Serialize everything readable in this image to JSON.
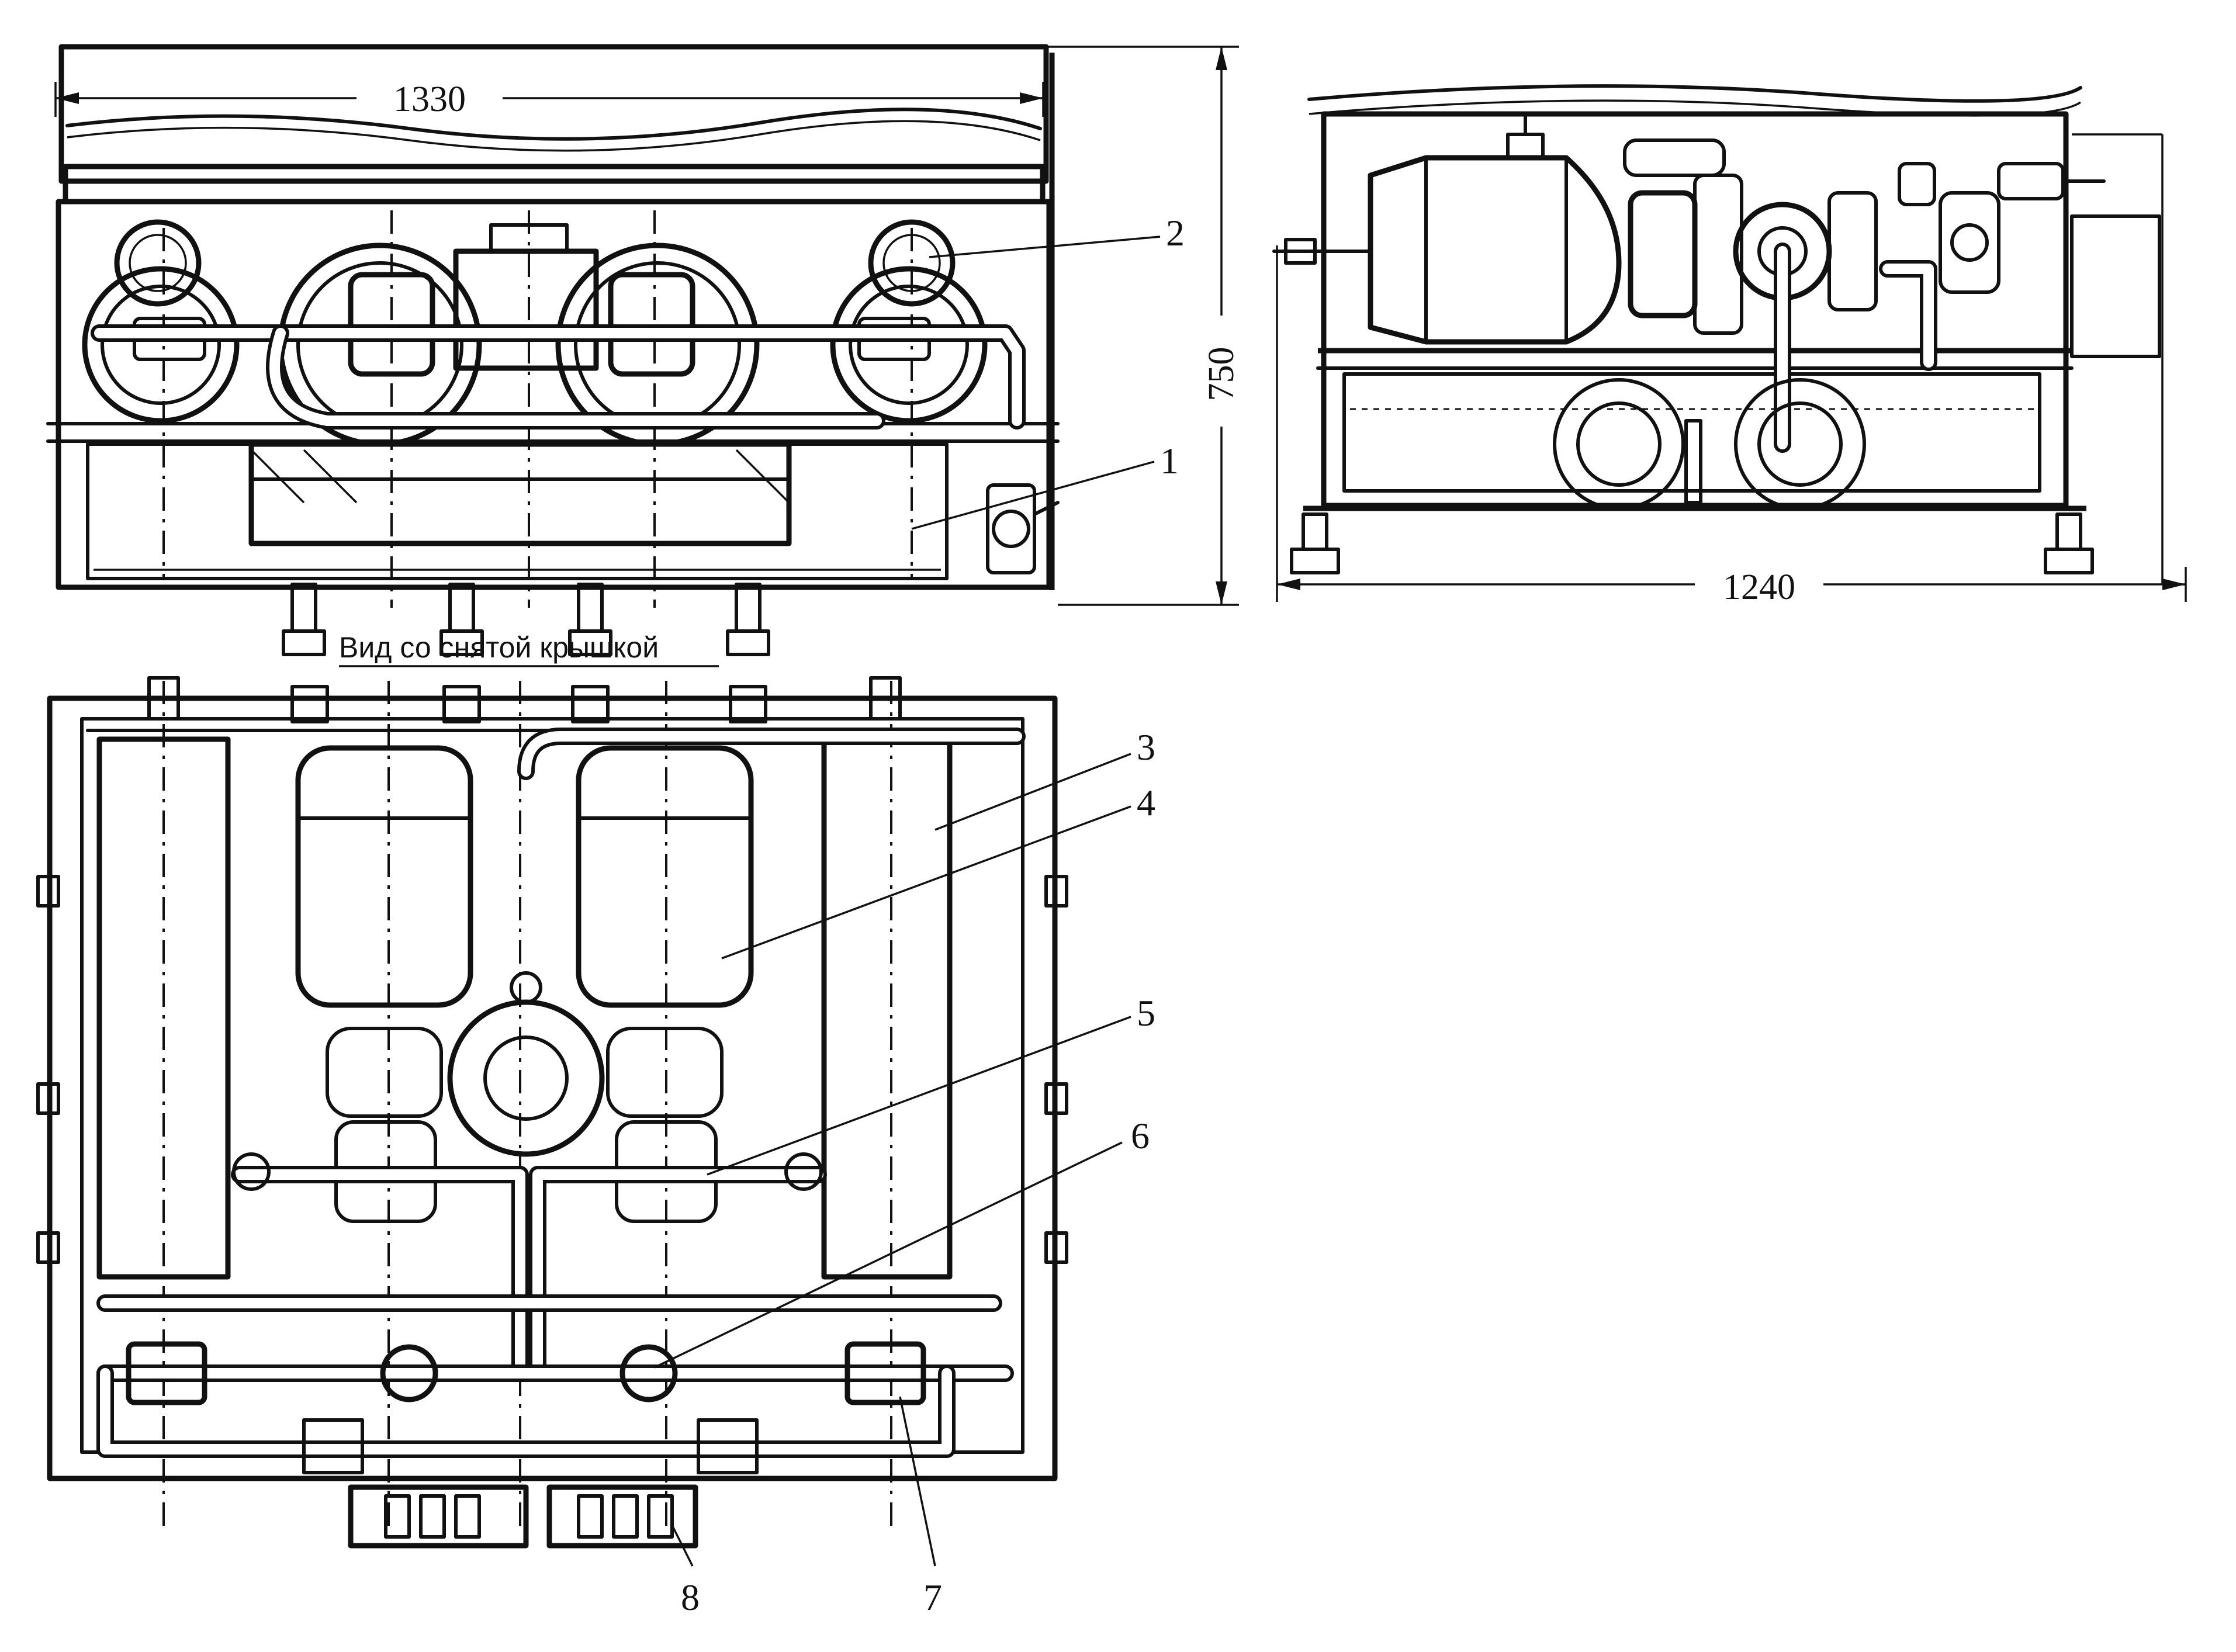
{
  "dimensions": {
    "front_width": "1330",
    "front_height": "750",
    "side_width": "1240"
  },
  "caption": "Вид со снятой крышкой",
  "callouts": [
    "1",
    "2",
    "3",
    "4",
    "5",
    "6",
    "7",
    "8"
  ]
}
